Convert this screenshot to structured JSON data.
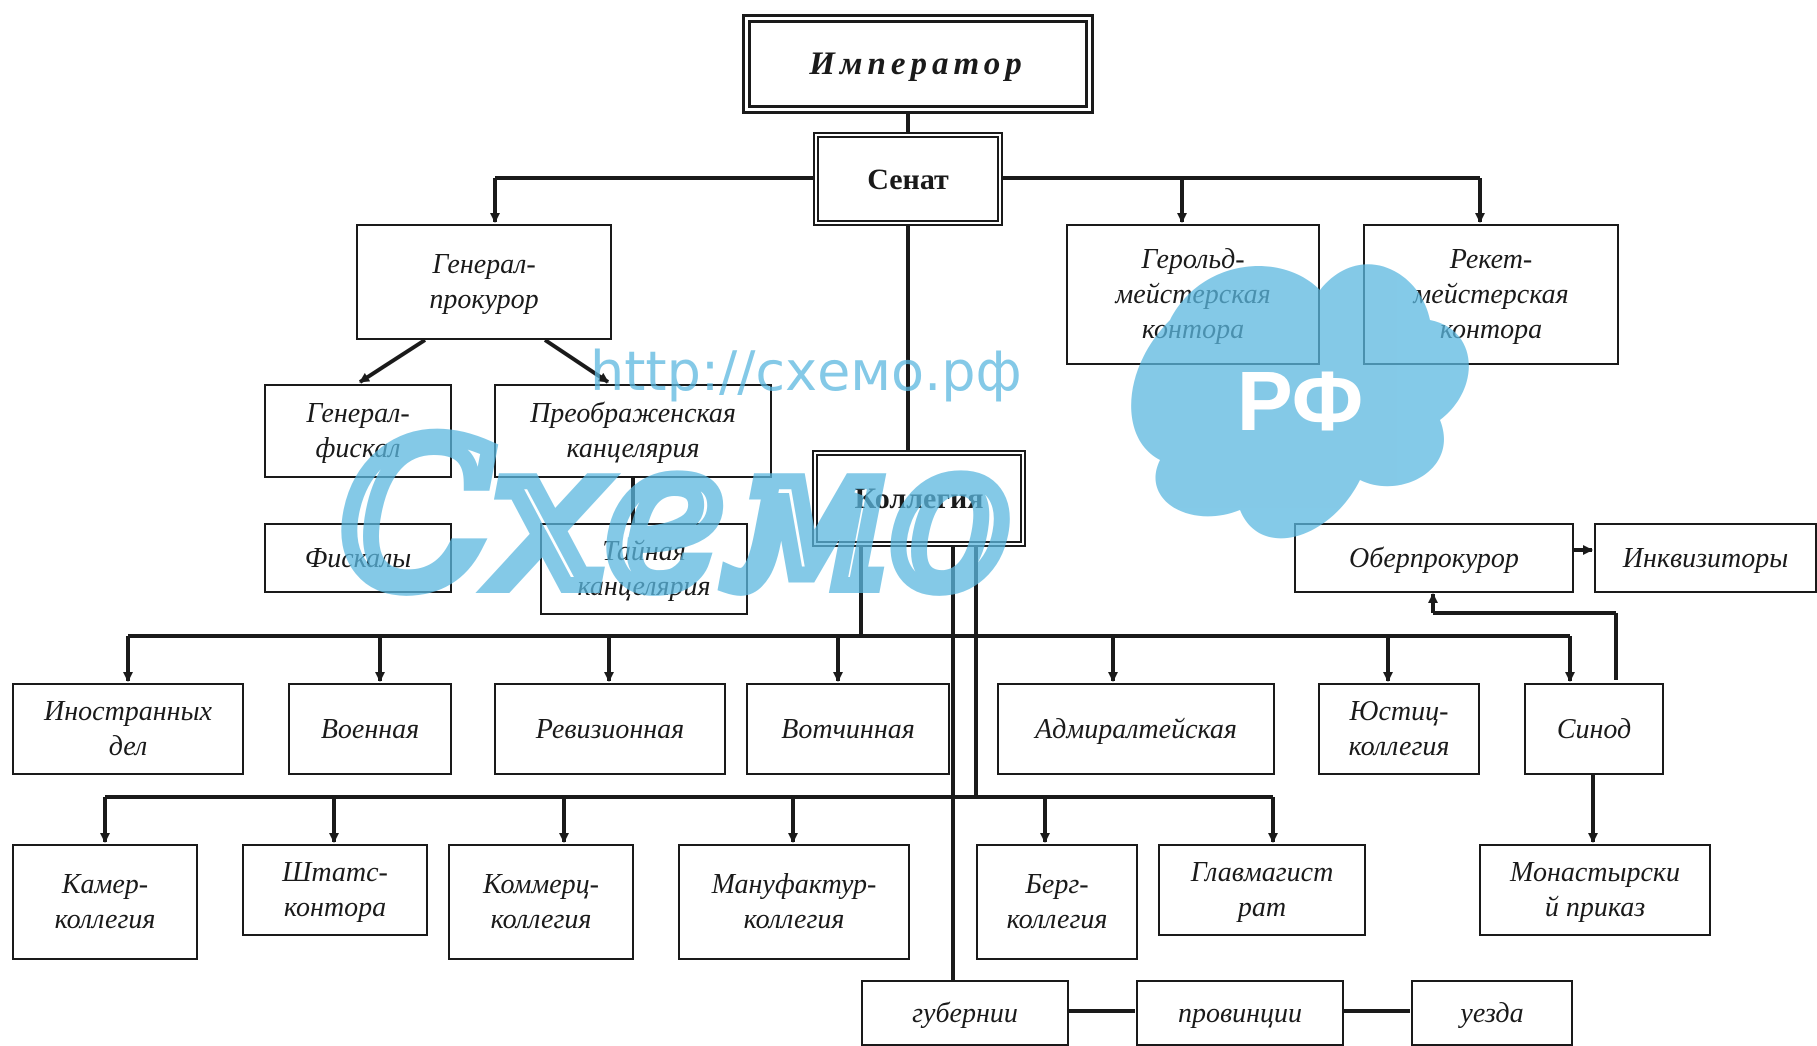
{
  "nodes": {
    "imperator": "Император",
    "senat": "Сенат",
    "general_prokuror": "Генерал-\nпрокурор",
    "gerold": "Герольд-\nмейстерская\nконтора",
    "reket": "Рекет-\nмейстерская\nконтора",
    "general_fiskal": "Генерал-\nфискал",
    "preobrazhenskaya": "Преображенская\nканцелярия",
    "kollegiya": "Коллегия",
    "fiskaly": "Фискалы",
    "tainaya": "Тайная\nканцелярия",
    "oberprokuror": "Оберпрокурор",
    "inkvizitory": "Инквизиторы",
    "inostrannyh": "Иностранных\nдел",
    "voennaya": "Военная",
    "revizionnaya": "Ревизионная",
    "votchinnaya": "Вотчинная",
    "admiralteyskaya": "Адмиралтейская",
    "yustic": "Юстиц-\nколлегия",
    "sinod": "Синод",
    "kamer": "Камер-\nколлегия",
    "shtats": "Штатс-\nконтора",
    "kommerc": "Коммерц-\nколлегия",
    "manufaktur": "Мануфактур-\nколлегия",
    "berg": "Берг-\nколлегия",
    "glavmagistrat": "Главмагист\nрат",
    "monastyrskiy": "Монастырски\nй приказ",
    "gubernii": "губернии",
    "provincii": "провинции",
    "uezda": "уезда"
  },
  "watermark": {
    "url": "http://схемо.рф",
    "logo_text": "Схемо",
    "badge": "РФ",
    "color": "#5bb8e0"
  }
}
